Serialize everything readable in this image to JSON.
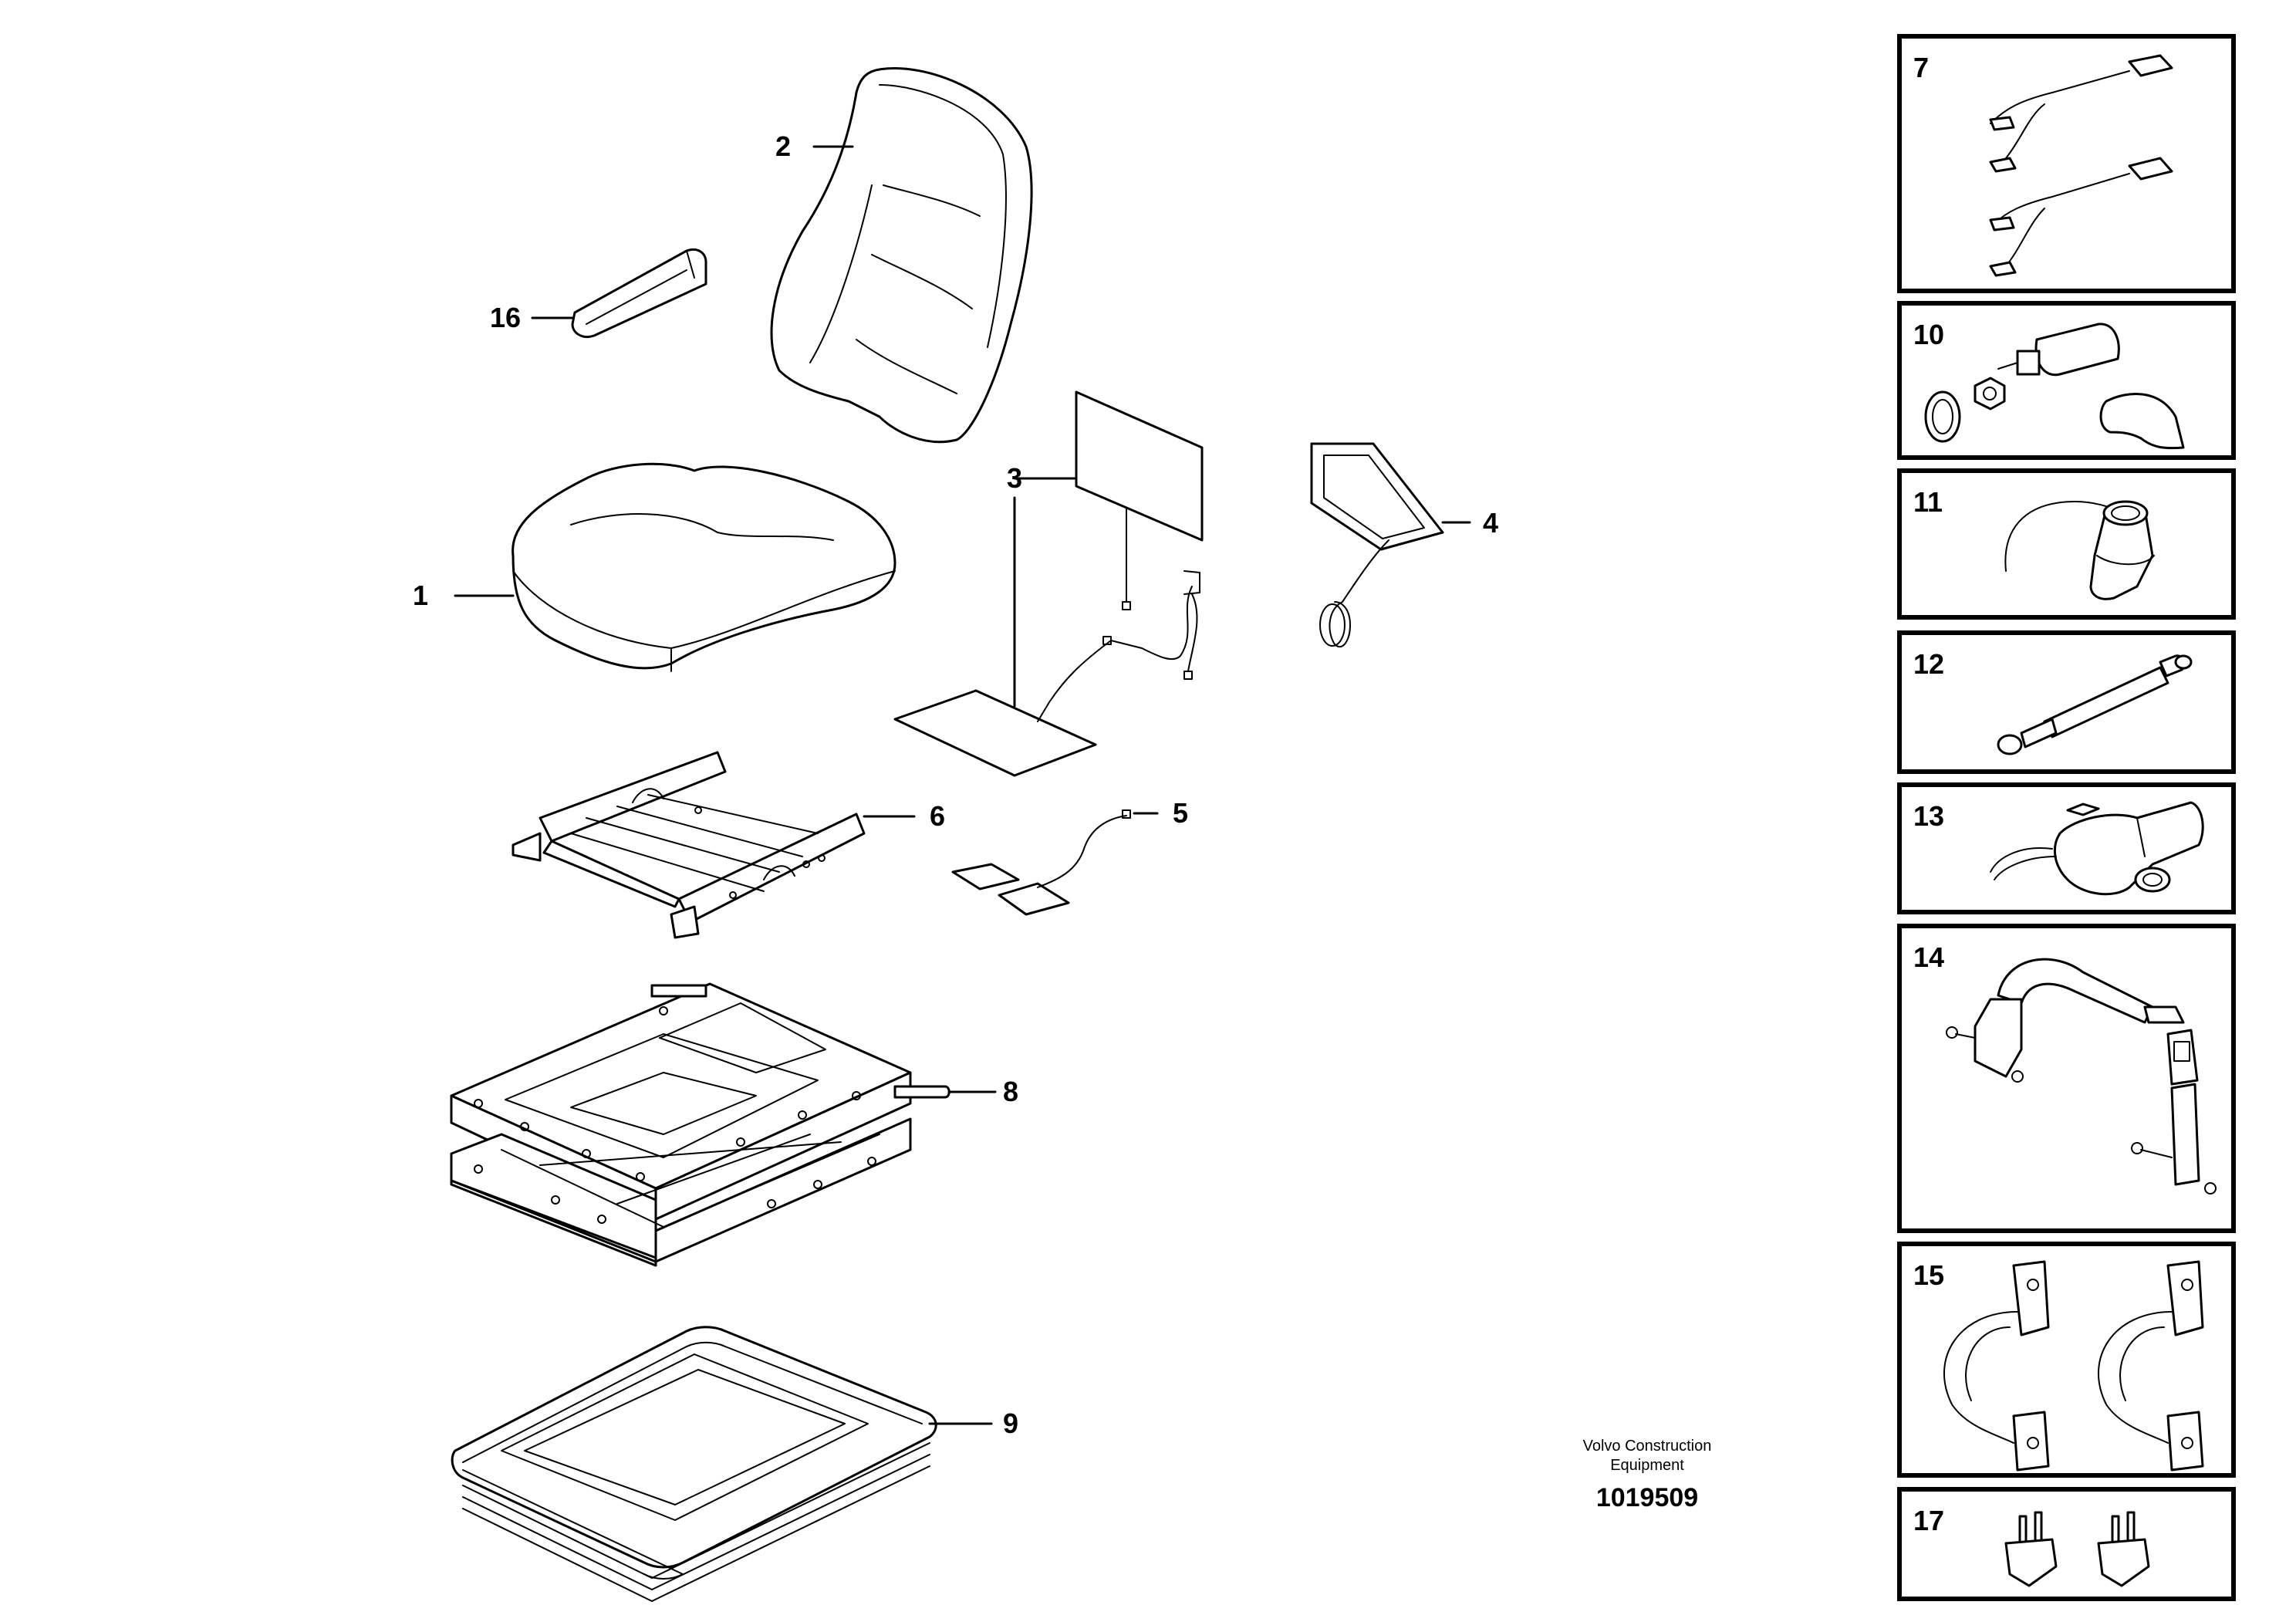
{
  "callouts": [
    "1",
    "2",
    "3",
    "4",
    "5",
    "6",
    "8",
    "9",
    "16"
  ],
  "boxes": [
    "7",
    "10",
    "11",
    "12",
    "13",
    "14",
    "15",
    "17"
  ],
  "footer": {
    "company_line1": "Volvo Construction",
    "company_line2": "Equipment",
    "drawing_number": "1019509"
  }
}
